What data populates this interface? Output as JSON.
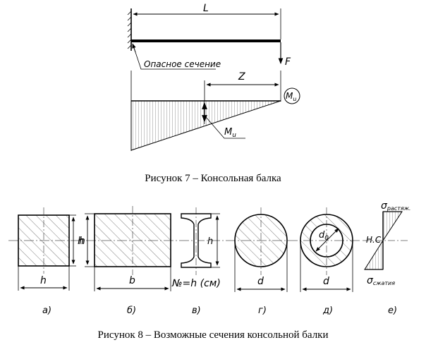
{
  "beam": {
    "length_label": "L",
    "force_label": "F",
    "danger_section_label": "Опасное сечение",
    "z_label": "Z",
    "moment_label": "M",
    "moment_sub": "u",
    "moment_circle_label": "M",
    "moment_circle_sub": "u"
  },
  "caption7": "Рисунок 7 – Консольная балка",
  "sections": {
    "a": {
      "dim_h_side": "h",
      "dim_h_bottom": "h",
      "tag": "а)"
    },
    "b": {
      "dim_h": "h",
      "dim_b": "b",
      "tag": "б)"
    },
    "v": {
      "dim_h": "h",
      "number_label": "№=h (см)",
      "tag": "в)"
    },
    "g": {
      "dim_d": "d",
      "tag": "г)"
    },
    "d": {
      "dim_d": "d",
      "dim_d0": "d",
      "dim_d0_sub": "0",
      "tag": "д)"
    },
    "e": {
      "tension_label": "σ",
      "tension_sub": "растяж.",
      "neutral_label": "Н.С.",
      "compression_label": "σ",
      "compression_sub": "сжатия",
      "tag": "е)"
    }
  },
  "caption8": "Рисунок 8 – Возможные сечения консольной балки"
}
